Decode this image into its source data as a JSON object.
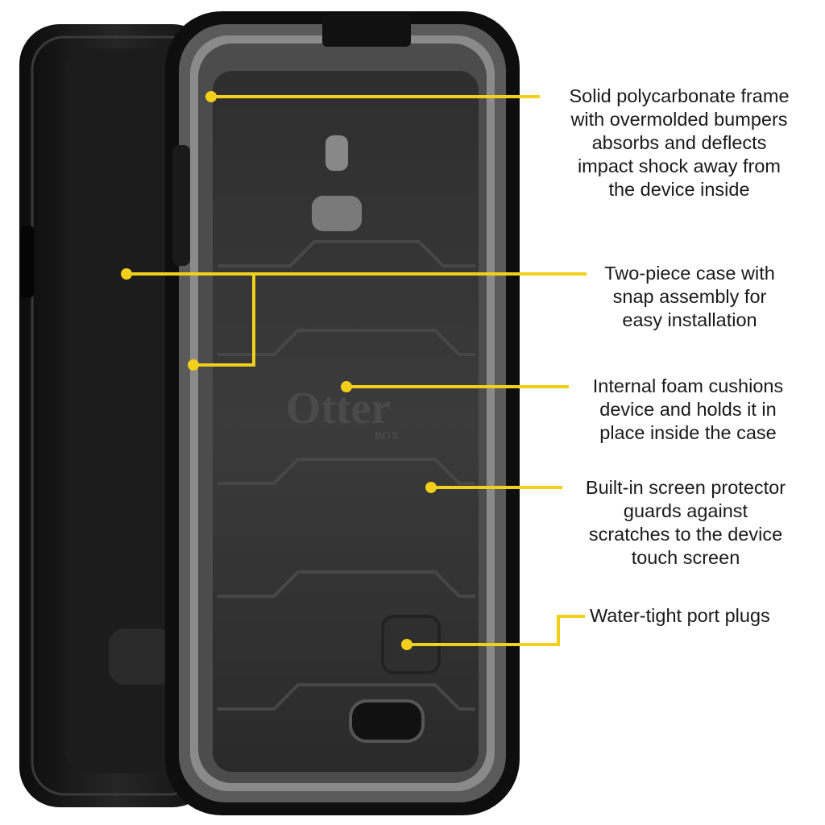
{
  "accent_color": "#f2cf1a",
  "logo": {
    "name": "Otter",
    "sub": "BOX"
  },
  "callouts": [
    {
      "lines": [
        "Solid polycarbonate frame",
        "with overmolded bumpers",
        "absorbs and deflects",
        "impact shock away from",
        "the device inside"
      ]
    },
    {
      "lines": [
        "Two-piece case with",
        "snap assembly for",
        "easy installation"
      ]
    },
    {
      "lines": [
        "Internal foam cushions",
        "device and holds it in",
        "place inside the case"
      ]
    },
    {
      "lines": [
        "Built-in screen protector",
        "guards against",
        "scratches to the device",
        "touch screen"
      ]
    },
    {
      "lines": [
        "Water-tight port plugs"
      ]
    }
  ]
}
